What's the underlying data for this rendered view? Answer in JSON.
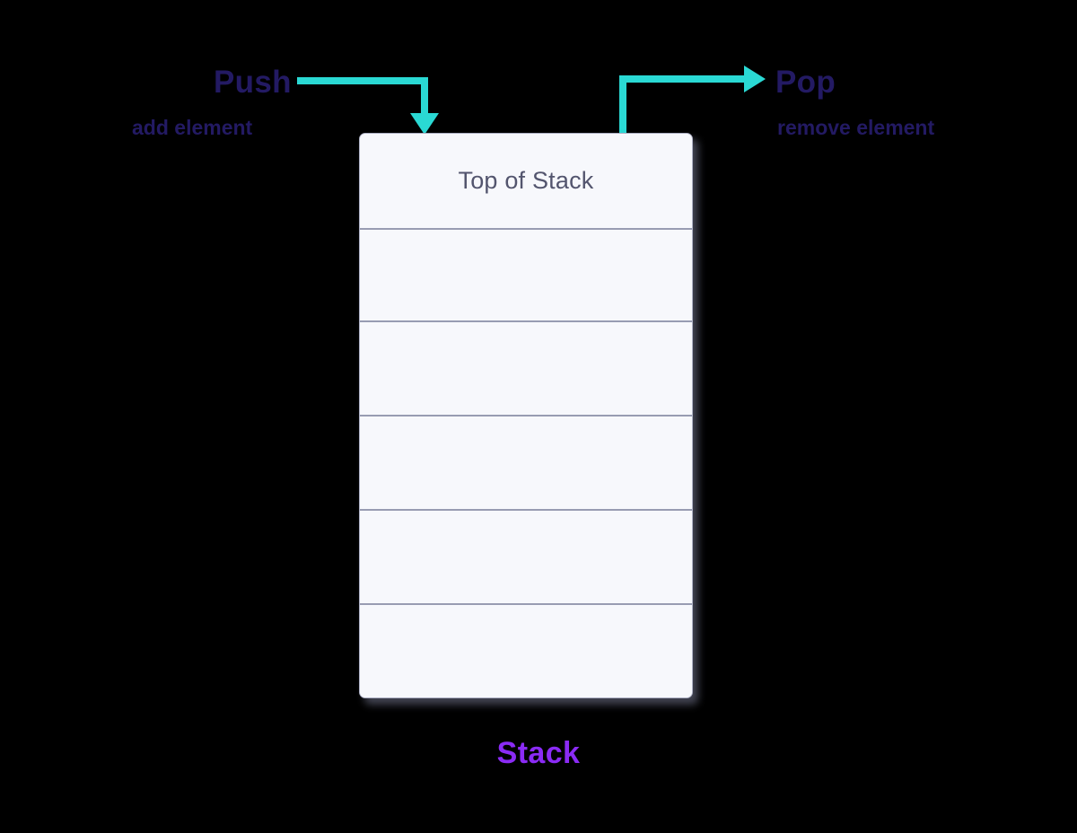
{
  "diagram": {
    "title": "Stack",
    "background_color": "#000000",
    "caption": {
      "text": "Stack",
      "color": "#8B2BF5"
    },
    "operations": [
      {
        "name": "push",
        "title": "Push",
        "subtitle": "add element",
        "title_color": "#231a63",
        "subtitle_color": "#231a63",
        "arrow_color": "#2ad9d4",
        "direction": "into-stack"
      },
      {
        "name": "pop",
        "title": "Pop",
        "subtitle": "remove element",
        "title_color": "#231a63",
        "subtitle_color": "#231a63",
        "arrow_color": "#2ad9d4",
        "direction": "out-of-stack"
      }
    ],
    "stack": {
      "border_color": "#adb0c4",
      "divider_color": "#989cb2",
      "cell_background": "#f7f8fc",
      "label_color": "#53556e",
      "cells": [
        {
          "label": "Top of Stack",
          "height": 107
        },
        {
          "label": "",
          "height": 103
        },
        {
          "label": "",
          "height": 105
        },
        {
          "label": "",
          "height": 105
        },
        {
          "label": "",
          "height": 105
        },
        {
          "label": "",
          "height": 105
        }
      ]
    }
  }
}
